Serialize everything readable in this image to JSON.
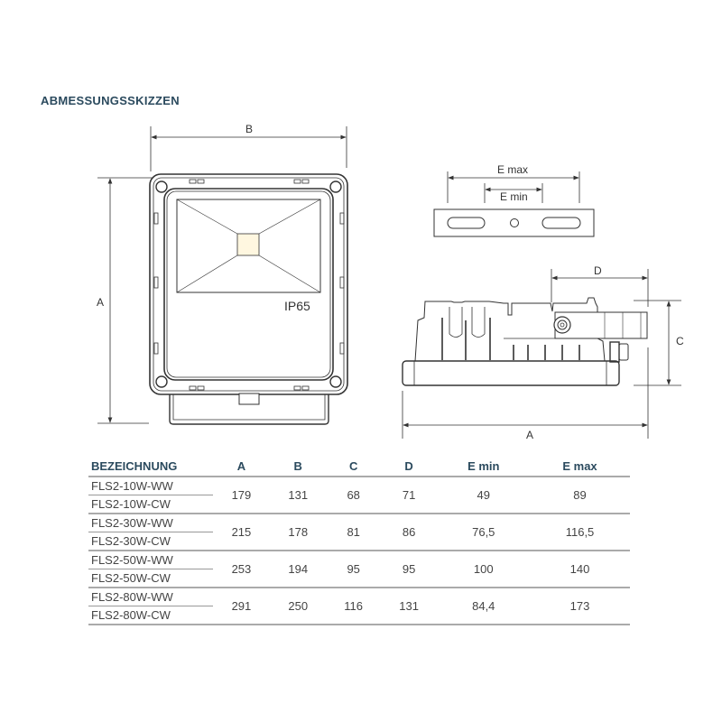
{
  "title": "ABMESSUNGSSKIZZEN",
  "front_view": {
    "label_a": "A",
    "label_b": "B",
    "rating": "IP65"
  },
  "plate_view": {
    "label_emax": "E max",
    "label_emin": "E min"
  },
  "side_view": {
    "label_a": "A",
    "label_c": "C",
    "label_d": "D"
  },
  "table": {
    "headers": [
      "BEZEICHNUNG",
      "A",
      "B",
      "C",
      "D",
      "E min",
      "E max"
    ],
    "groups": [
      {
        "names": [
          "FLS2-10W-WW",
          "FLS2-10W-CW"
        ],
        "values": [
          "179",
          "131",
          "68",
          "71",
          "49",
          "89"
        ]
      },
      {
        "names": [
          "FLS2-30W-WW",
          "FLS2-30W-CW"
        ],
        "values": [
          "215",
          "178",
          "81",
          "86",
          "76,5",
          "116,5"
        ]
      },
      {
        "names": [
          "FLS2-50W-WW",
          "FLS2-50W-CW"
        ],
        "values": [
          "253",
          "194",
          "95",
          "95",
          "100",
          "140"
        ]
      },
      {
        "names": [
          "FLS2-80W-WW",
          "FLS2-80W-CW"
        ],
        "values": [
          "291",
          "250",
          "116",
          "131",
          "84,4",
          "173"
        ]
      }
    ]
  }
}
